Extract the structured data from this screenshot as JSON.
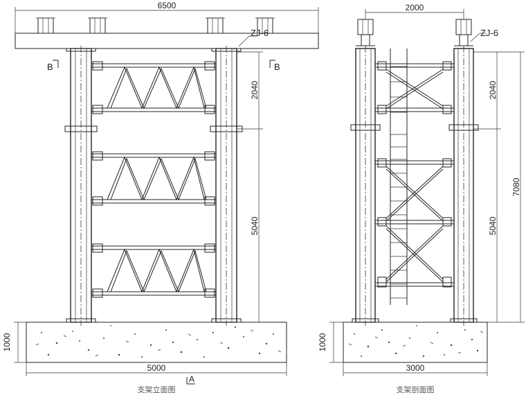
{
  "elevation": {
    "dim_top_width": "6500",
    "dim_bottom_width": "5000",
    "dim_upper_height": "2040",
    "dim_lower_height": "5040",
    "dim_foundation_height": "1000",
    "section_mark_left": "B",
    "section_mark_right": "B",
    "section_mark_bottom": "A",
    "jack_label": "ZJ-6",
    "caption": "支架立面图"
  },
  "section": {
    "dim_top_spacing": "2000",
    "dim_bottom_width": "3000",
    "dim_upper_height": "2040",
    "dim_lower_height": "5040",
    "dim_total_height": "7080",
    "dim_foundation_height": "1000",
    "jack_label": "ZJ-6",
    "caption": "支架剖面图"
  },
  "colors": {
    "line": "#222222",
    "background": "#ffffff",
    "caption": "#555555"
  }
}
